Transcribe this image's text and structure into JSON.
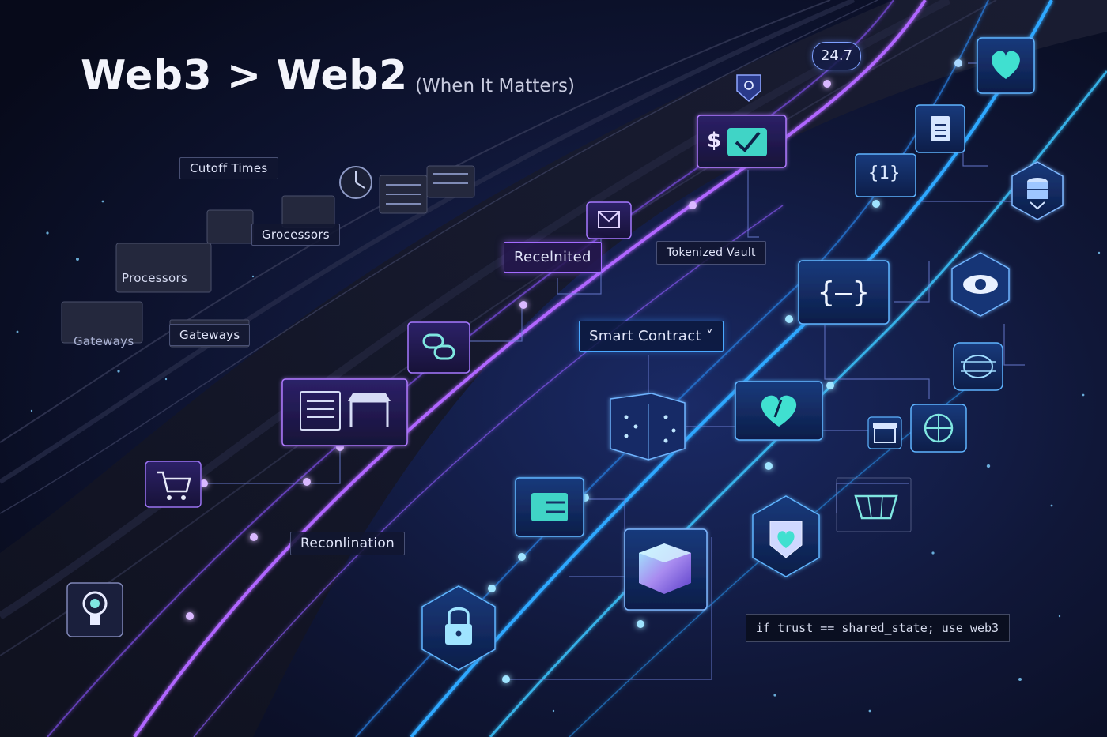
{
  "title": "Web3 > Web2",
  "subtitle": "(When It Matters)",
  "legacy_labels": {
    "cutoff_times": "Cutoff Times",
    "grocessors": "Grocessors",
    "processors": "Processors",
    "gateways_1": "Gateways",
    "gateways_2": "Gateways",
    "reconlination": "Reconlination"
  },
  "web3_labels": {
    "recelnited": "Recelnited",
    "tokenized_vault": "Tokenized Vault",
    "smart_contract": "Smart Contract ˅",
    "badge": "24.7"
  },
  "icon_text": {
    "dollar": "$",
    "braces_one": "{1}",
    "braces_dash": "{–}"
  },
  "code": "if trust == shared_state; use web3",
  "colors": {
    "background": "#0a0f24",
    "violet_rail": "#b066ff",
    "cyan_rail": "#2fa8ff",
    "teal_icon": "#3fe0d0"
  },
  "icons": [
    "clock-icon",
    "server-stack-icon",
    "envelope-icon",
    "dollar-check-icon",
    "shield-badge-icon",
    "heart-icon",
    "document-icon",
    "braces-icon",
    "database-hex-icon",
    "eye-hex-icon",
    "chain-link-icon",
    "browser-window-icon",
    "storefront-icon",
    "cart-icon",
    "lightbulb-icon",
    "circuit-cube-icon",
    "heart-cross-icon",
    "brain-chip-icon",
    "globe-grid-icon",
    "storefront-small-icon",
    "ledger-icon",
    "glowing-cube-icon",
    "padlock-icon",
    "shield-heart-icon",
    "basket-icon"
  ]
}
